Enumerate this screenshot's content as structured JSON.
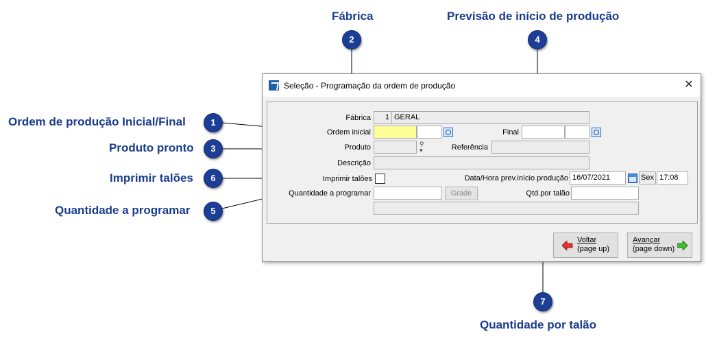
{
  "callouts": {
    "fabrica": {
      "title": "Fábrica",
      "number": "2"
    },
    "previsao": {
      "title": "Previsão de início de produção",
      "number": "4"
    },
    "ordem": {
      "title": "Ordem de produção Inicial/Final",
      "number": "1"
    },
    "produto": {
      "title": "Produto pronto",
      "number": "3"
    },
    "imprimir": {
      "title": "Imprimir talões",
      "number": "6"
    },
    "quantidade": {
      "title": "Quantidade a programar",
      "number": "5"
    },
    "qtd_talao": {
      "title": "Quantidade por talão",
      "number": "7"
    }
  },
  "window": {
    "title": "Seleção - Programação da ordem de produção",
    "close": "✕"
  },
  "form": {
    "fabrica_label": "Fábrica",
    "fabrica_code": "1",
    "fabrica_name": "GERAL",
    "ordem_inicial_label": "Ordem inicial",
    "final_label": "Final",
    "produto_label": "Produto",
    "referencia_label": "Referência",
    "descricao_label": "Descrição",
    "imprimir_label": "Imprimir talões",
    "data_hora_label": "Data/Hora prev.início produção",
    "date_value": "16/07/2021",
    "weekday": "Sex",
    "time_value": "17:08",
    "quantidade_label": "Quantidade a programar",
    "grade_button": "Grade",
    "qtd_talao_label": "Qtd.por talão"
  },
  "buttons": {
    "voltar_line1": "Voltar",
    "voltar_line2": "(page up)",
    "avancar_line1": "Avançar",
    "avancar_line2": "(page down)"
  },
  "colors": {
    "accent": "#1c3e96",
    "highlight_field": "#ffff99"
  }
}
